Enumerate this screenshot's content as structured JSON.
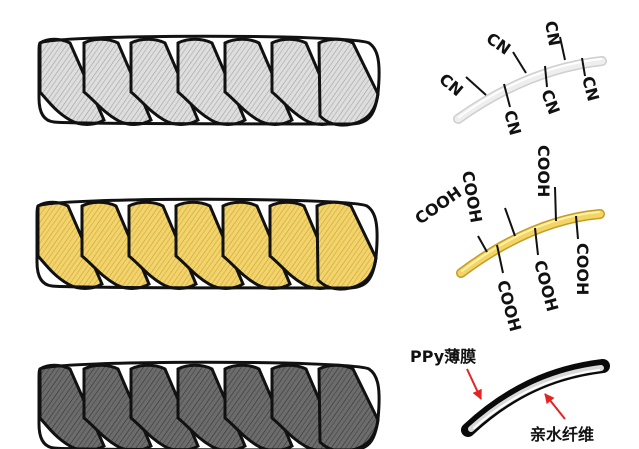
{
  "ropes": [
    {
      "name": "white-rope",
      "base_color": "#dedede",
      "line_color": "#8c8c8c",
      "stroke_color": "#111111"
    },
    {
      "name": "gold-rope",
      "base_color": "#f1d26b",
      "line_color": "#c79f2f",
      "stroke_color": "#111111"
    },
    {
      "name": "dark-rope",
      "base_color": "#676767",
      "line_color": "#2f2f2f",
      "stroke_color": "#111111"
    }
  ],
  "cn_panel": {
    "group": "CN"
  },
  "cooh_panel": {
    "group": "COOH"
  },
  "ppy_panel": {
    "film_label": "PPy薄膜",
    "fiber_label": "亲水纤维",
    "arrow_color": "#e52323"
  }
}
